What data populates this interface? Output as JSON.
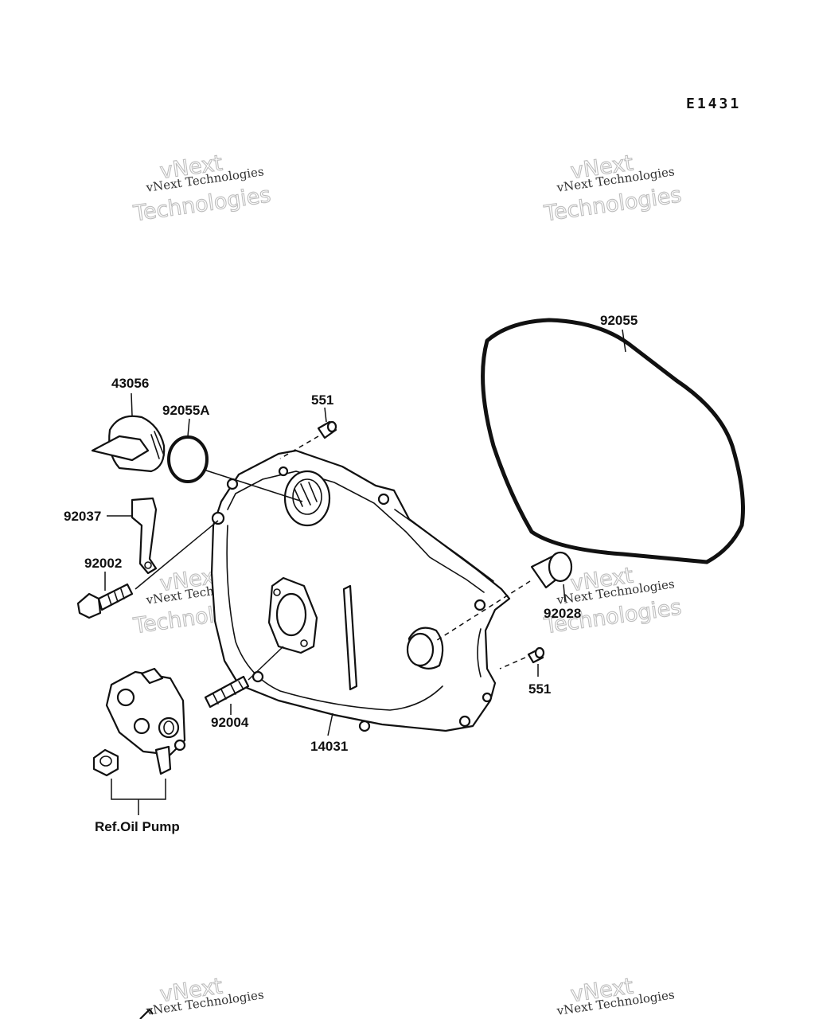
{
  "diagram_code": "E1431",
  "watermark": {
    "line1": "vNext Technologies",
    "line2_top": "vNext",
    "line2_bottom": "Technologies"
  },
  "parts": {
    "p43056": "43056",
    "p92055A": "92055A",
    "p551_top": "551",
    "p92055": "92055",
    "p92037": "92037",
    "p92002": "92002",
    "p92028": "92028",
    "p551_right": "551",
    "p92004": "92004",
    "p14031": "14031",
    "ref_oil_pump": "Ref.Oil Pump"
  }
}
